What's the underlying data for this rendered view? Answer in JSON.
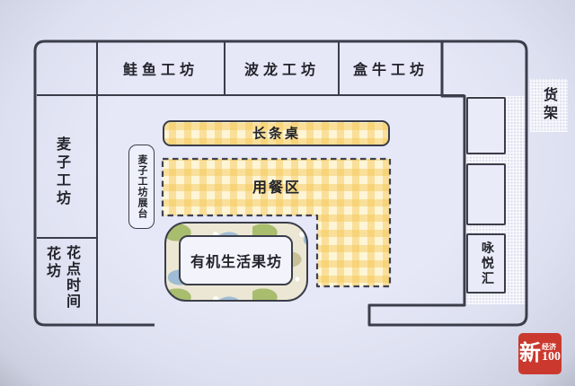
{
  "palette": {
    "background": "#e1e4f4",
    "wall": "#3b3e4a",
    "text": "#23242b",
    "gingham_base": "#fdf5d6",
    "gingham_stripe": "#f5ca5c",
    "fruit_green": "#a9bd6e",
    "fruit_blue": "#9fbcd4",
    "fruit_tan": "#c9bf96",
    "logo_red": "#cb392e"
  },
  "map": {
    "top_row": [
      {
        "label": "鲑鱼工坊"
      },
      {
        "label": "波龙工坊"
      },
      {
        "label": "盒牛工坊"
      }
    ],
    "left_column": {
      "upper": "麦子工坊",
      "lower_left": "花坊",
      "lower_right": "花点时间"
    },
    "display_stand": "麦子工坊展台",
    "long_table": "长条桌",
    "dining_area": "用餐区",
    "fruit_shop": "有机生活果坊",
    "wine_shop": "咏悦汇",
    "shelves": "货架"
  },
  "logo": {
    "main": "新",
    "upper": "经济",
    "number": "100"
  }
}
